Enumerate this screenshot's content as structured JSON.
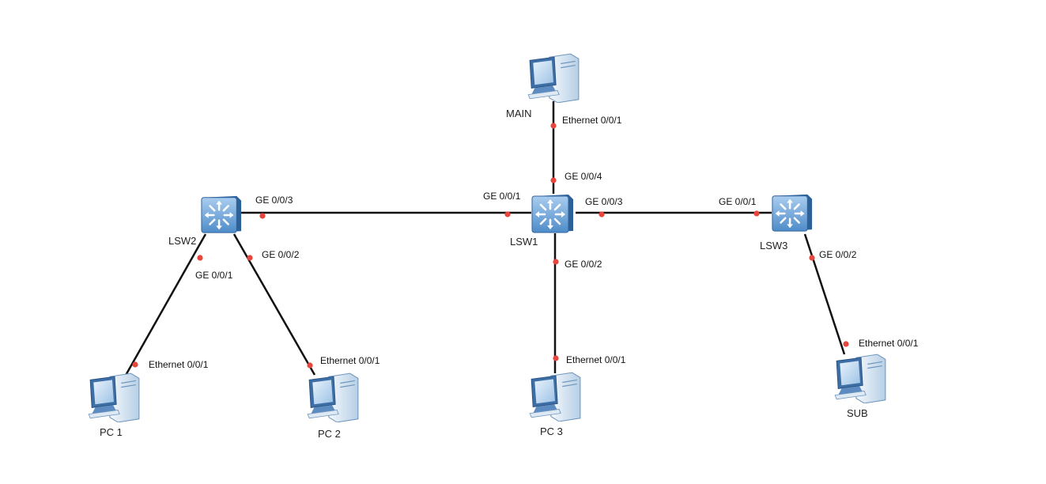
{
  "colors": {
    "link": "#111111",
    "port_dot": "#e8453c",
    "device_blue": "#4a86c5"
  },
  "devices": [
    {
      "id": "MAIN",
      "label": "MAIN",
      "type": "pc-icon"
    },
    {
      "id": "LSW1",
      "label": "LSW1",
      "type": "switch-icon"
    },
    {
      "id": "LSW2",
      "label": "LSW2",
      "type": "switch-icon"
    },
    {
      "id": "LSW3",
      "label": "LSW3",
      "type": "switch-icon"
    },
    {
      "id": "PC1",
      "label": "PC 1",
      "type": "pc-icon"
    },
    {
      "id": "PC2",
      "label": "PC 2",
      "type": "pc-icon"
    },
    {
      "id": "PC3",
      "label": "PC 3",
      "type": "pc-icon"
    },
    {
      "id": "SUB",
      "label": "SUB",
      "type": "pc-icon"
    }
  ],
  "links": [
    {
      "id": "main-lsw1",
      "from": "MAIN",
      "from_port": "Ethernet 0/0/1",
      "to": "LSW1",
      "to_port": "GE 0/0/4"
    },
    {
      "id": "lsw2-lsw1",
      "from": "LSW2",
      "from_port": "GE 0/0/3",
      "to": "LSW1",
      "to_port": "GE 0/0/1"
    },
    {
      "id": "lsw1-lsw3",
      "from": "LSW1",
      "from_port": "GE 0/0/3",
      "to": "LSW3",
      "to_port": "GE 0/0/1"
    },
    {
      "id": "lsw1-pc3",
      "from": "LSW1",
      "from_port": "GE 0/0/2",
      "to": "PC3",
      "to_port": "Ethernet 0/0/1"
    },
    {
      "id": "lsw2-pc1",
      "from": "LSW2",
      "from_port": "GE 0/0/1",
      "to": "PC1",
      "to_port": "Ethernet 0/0/1"
    },
    {
      "id": "lsw2-pc2",
      "from": "LSW2",
      "from_port": "GE 0/0/2",
      "to": "PC2",
      "to_port": "Ethernet 0/0/1"
    },
    {
      "id": "lsw3-sub",
      "from": "LSW3",
      "from_port": "GE 0/0/2",
      "to": "SUB",
      "to_port": "Ethernet 0/0/1"
    }
  ]
}
